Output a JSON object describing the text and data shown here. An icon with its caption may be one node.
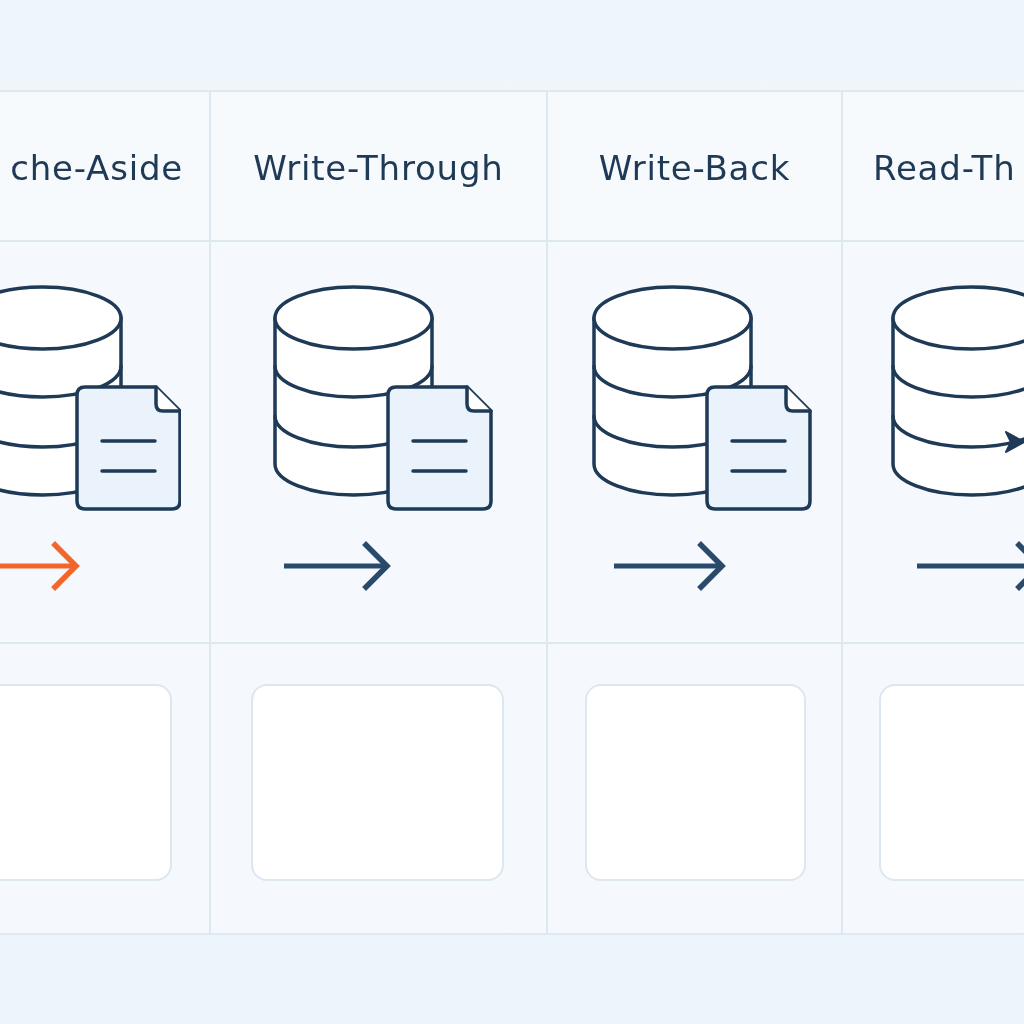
{
  "diagram": {
    "nodes": [
      {
        "text": [
          "che-Aside"
        ]
      },
      {
        "text": [
          "Write-Through"
        ]
      },
      {
        "text": [
          "Write-Back"
        ]
      },
      {
        "text": [
          "Read-Th"
        ]
      },
      {
        "text": [],
        "shape": "box"
      },
      {
        "text": [],
        "shape": "box"
      },
      {
        "text": [],
        "shape": "box"
      },
      {
        "text": [],
        "shape": "box"
      }
    ]
  }
}
